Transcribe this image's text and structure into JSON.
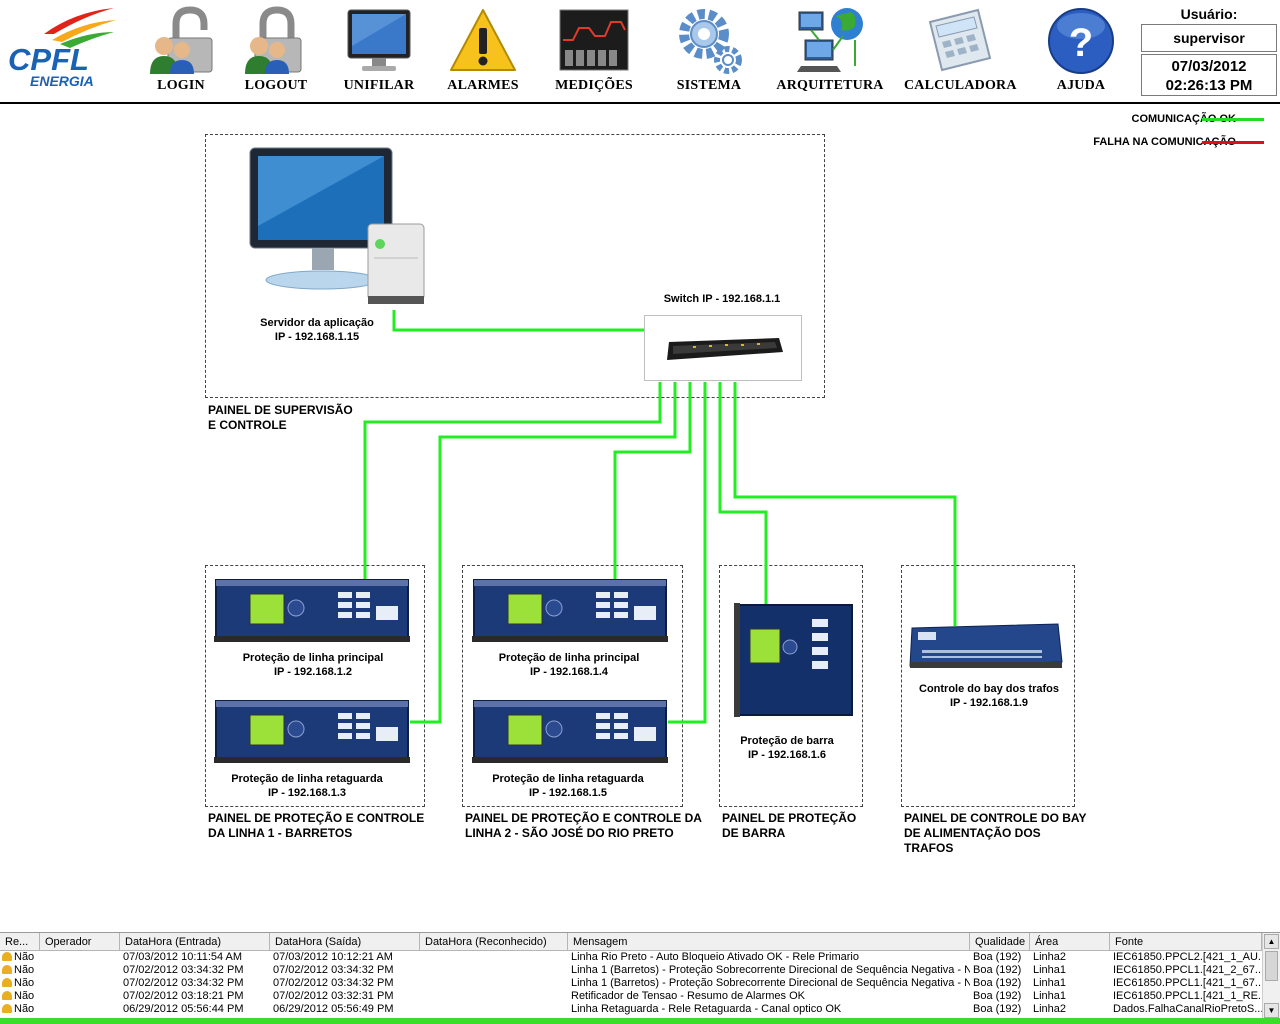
{
  "brand": {
    "name": "CPFL",
    "sub": "ENERGIA"
  },
  "nav": [
    {
      "id": "login",
      "label": "LOGIN",
      "icon": "padlock-user-icon"
    },
    {
      "id": "logout",
      "label": "LOGOUT",
      "icon": "padlock-user-icon"
    },
    {
      "id": "unifilar",
      "label": "UNIFILAR",
      "icon": "monitor-icon"
    },
    {
      "id": "alarmes",
      "label": "ALARMES",
      "icon": "warning-icon"
    },
    {
      "id": "medicoes",
      "label": "MEDIÇÕES",
      "icon": "trend-display-icon"
    },
    {
      "id": "sistema",
      "label": "SISTEMA",
      "icon": "gears-icon"
    },
    {
      "id": "arquitetura",
      "label": "ARQUITETURA",
      "icon": "network-globe-icon"
    },
    {
      "id": "calculadora",
      "label": "CALCULADORA",
      "icon": "calculator-icon"
    },
    {
      "id": "ajuda",
      "label": "AJUDA",
      "icon": "help-icon"
    }
  ],
  "user": {
    "caption": "Usuário:",
    "name": "supervisor"
  },
  "clock": {
    "date": "07/03/2012",
    "time": "02:26:13 PM"
  },
  "legend": {
    "ok": {
      "label": "COMUNICAÇÃO OK",
      "color": "#22dd22"
    },
    "fail": {
      "label": "FALHA NA COMUNICAÇÃO",
      "color": "#dd1111"
    }
  },
  "architecture": {
    "server": {
      "name": "Servidor da aplicação",
      "ip": "IP - 192.168.1.15"
    },
    "switch": {
      "name": "Switch IP - 192.168.1.1"
    },
    "panels": {
      "supervisao": "PAINEL DE SUPERVISÃO\nE CONTROLE",
      "linha1": "PAINEL DE PROTEÇÃO E CONTROLE\nDA LINHA 1 - BARRETOS",
      "linha2": "PAINEL DE PROTEÇÃO E CONTROLE DA\nLINHA 2 - SÃO JOSÉ DO RIO PRETO",
      "barra": "PAINEL DE PROTEÇÃO\nDE BARRA",
      "bay": "PAINEL DE CONTROLE DO BAY\nDE ALIMENTAÇÃO DOS\nTRAFOS"
    },
    "devices": {
      "l1_principal": {
        "name": "Proteção de linha principal",
        "ip": "IP - 192.168.1.2"
      },
      "l1_retaguarda": {
        "name": "Proteção de linha retaguarda",
        "ip": "IP - 192.168.1.3"
      },
      "l2_principal": {
        "name": "Proteção de linha principal",
        "ip": "IP - 192.168.1.4"
      },
      "l2_retaguarda": {
        "name": "Proteção de linha retaguarda",
        "ip": "IP - 192.168.1.5"
      },
      "barra": {
        "name": "Proteção de barra",
        "ip": "IP - 192.168.1.6"
      },
      "bay": {
        "name": "Controle do bay dos trafos",
        "ip": "IP - 192.168.1.9"
      }
    }
  },
  "alarm_grid": {
    "columns": [
      "Re...",
      "Operador",
      "DataHora (Entrada)",
      "DataHora (Saída)",
      "DataHora (Reconhecido)",
      "Mensagem",
      "Qualidade",
      "Área",
      "Fonte"
    ],
    "rows": [
      [
        "Não",
        "",
        "07/03/2012 10:11:54 AM",
        "07/03/2012 10:12:21 AM",
        "",
        "Linha Rio Preto - Auto Bloqueio Ativado OK - Rele Primario",
        "Boa (192)",
        "Linha2",
        "IEC61850.PPCL2.[421_1_AU..."
      ],
      [
        "Não",
        "",
        "07/02/2012 03:34:32 PM",
        "07/02/2012 03:34:32 PM",
        "",
        "Linha 1 (Barretos) - Proteção Sobrecorrente Direcional de Sequência Negativa - N...",
        "Boa (192)",
        "Linha1",
        "IEC61850.PPCL1.[421_2_67..."
      ],
      [
        "Não",
        "",
        "07/02/2012 03:34:32 PM",
        "07/02/2012 03:34:32 PM",
        "",
        "Linha 1 (Barretos) - Proteção Sobrecorrente Direcional de Sequência Negativa - N...",
        "Boa (192)",
        "Linha1",
        "IEC61850.PPCL1.[421_1_67..."
      ],
      [
        "Não",
        "",
        "07/02/2012 03:18:21 PM",
        "07/02/2012 03:32:31 PM",
        "",
        "Retificador de Tensao - Resumo de Alarmes OK",
        "Boa (192)",
        "Linha1",
        "IEC61850.PPCL1.[421_1_RE..."
      ],
      [
        "Não",
        "",
        "06/29/2012 05:56:44 PM",
        "06/29/2012 05:56:49 PM",
        "",
        "Linha Retaguarda - Rele Retaguarda - Canal optico OK",
        "Boa (192)",
        "Linha2",
        "Dados.FalhaCanalRioPretoS..."
      ]
    ]
  }
}
